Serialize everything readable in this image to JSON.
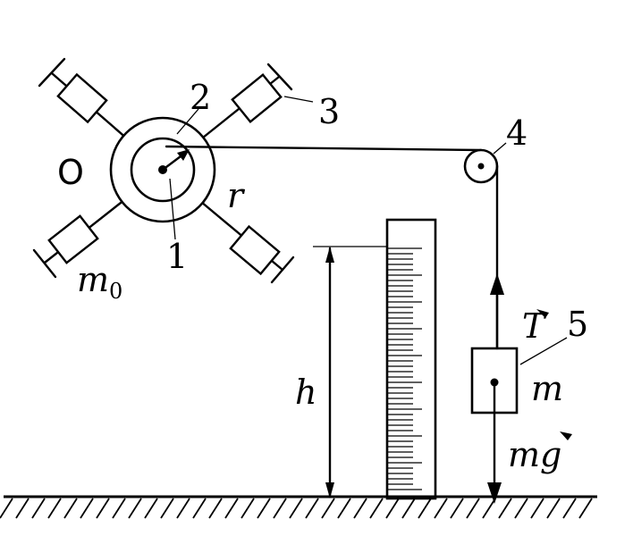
{
  "labels": {
    "origin": "O",
    "part1": "1",
    "part2": "2",
    "part3": "3",
    "part4": "4",
    "part5": "5",
    "radius": "r",
    "rod_mass": "m",
    "rod_mass_sub": "0",
    "height": "h",
    "tension": "T",
    "hanging_mass": "m",
    "weight": "mg"
  },
  "colors": {
    "ink": "#000000",
    "background": "#ffffff"
  }
}
